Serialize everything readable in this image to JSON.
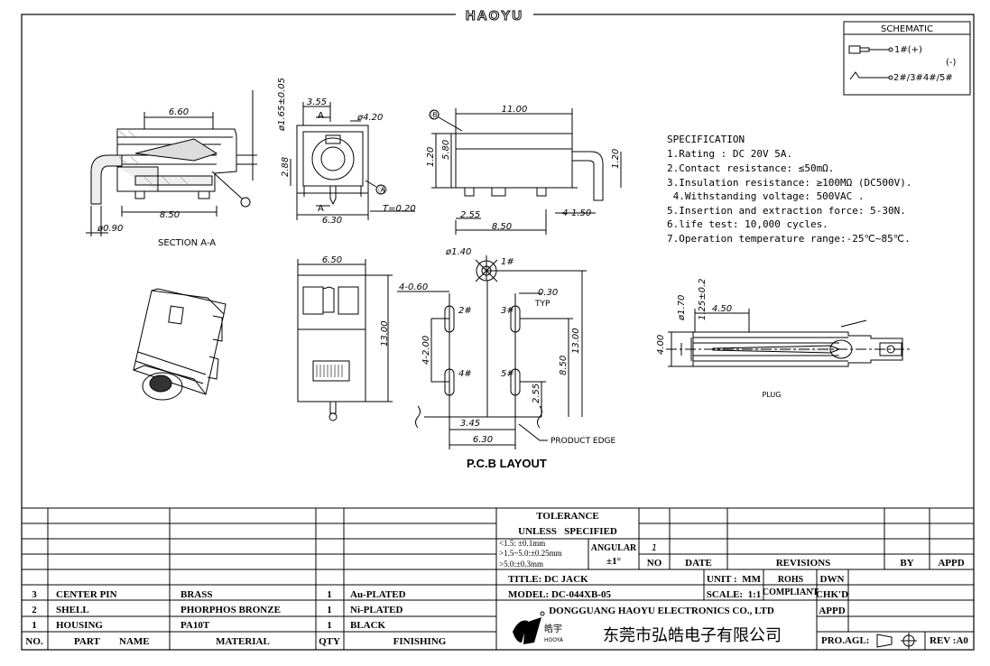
{
  "header": {
    "brand": "HAOYU"
  },
  "schematic": {
    "title": "SCHEMATIC",
    "pin_pos": "1#(+)",
    "pin_neg": "2#/3#4#/5#",
    "neg_sign": "(-)"
  },
  "specification": {
    "title": "SPECIFICATION",
    "items": [
      "1.Rating : DC 20V 5A.",
      "2.Contact resistance: ≤50mΩ.",
      "3.Insulation resistance: ≥100MΩ (DC500V).",
      " 4.Withstanding voltage: 500VAC .",
      "5.Insertion and extraction force: 5-30N.",
      "6.life test: 10,000 cycles.",
      "7.Operation temperature range:-25℃~85℃."
    ]
  },
  "section_view": {
    "label": "SECTION A-A",
    "dims": [
      "6.60",
      "8.50",
      "ø0.90",
      "ø1.65±0.05",
      "2.88"
    ],
    "marker_c": "Ⓒ"
  },
  "front_view": {
    "dims": [
      "3.55",
      "ø4.20",
      "6.30",
      "T=0.20",
      "2.88"
    ],
    "section_a": "A",
    "marker_a": "Ⓐ"
  },
  "side_view": {
    "dims": [
      "11.00",
      "1.20",
      "5.80",
      "1.20",
      "2.55",
      "8.50",
      "4-1.50"
    ],
    "marker_b": "Ⓑ"
  },
  "bottom_view": {
    "dims": [
      "6.50",
      "13.00"
    ]
  },
  "pcb_layout": {
    "title": "P.C.B LAYOUT",
    "dims": [
      "ø1.40",
      "4-0.60",
      "0.30",
      "TYP",
      "4-2.00",
      "13.00",
      "8.50",
      "2.55",
      "3.45",
      "6.30"
    ],
    "pins": [
      "1#",
      "2#",
      "3#",
      "4#",
      "5#"
    ],
    "edge_label": "PRODUCT EDGE"
  },
  "plug_view": {
    "label": "PLUG",
    "dims": [
      "ø1.70",
      "1.25±0.2",
      "4.50",
      "4.00"
    ]
  },
  "title_block": {
    "tolerance": {
      "line1": "TOLERANCE",
      "line2": "UNLESS   SPECIFIED",
      "r1": "<1.5: ±0.1mm",
      "r2": ">1.5~5.0:±0.25mm",
      "r3": ">5.0:±0.3mm",
      "angular": "ANGULAR",
      "angular_val": "±1°"
    },
    "rev_headers": {
      "no": "NO",
      "date": "DATE",
      "revisions": "REVISIONS",
      "by": "BY",
      "appd": "APPD"
    },
    "rev_row": {
      "no": "1"
    },
    "title": "TITLE: DC JACK",
    "model": "MODEL: DC-044XB-05",
    "unit": "UNIT :  MM",
    "scale": "SCALE:  1:1",
    "rohs1": "ROHS",
    "rohs2": "COMPLIANT",
    "dwn": "DWN",
    "chkd": "CHK'D",
    "appd": "APPD",
    "company_en": "DONGGUANG HAOYU ELECTRONICS CO., LTD",
    "company_cn": "东莞市弘皓电子有限公司",
    "logo_cn": "皓宇",
    "logo_en": "HOOYA",
    "pro_agl": "PRO.AGL:",
    "rev": "REV :A0"
  },
  "bom": {
    "headers": {
      "no": "NO.",
      "part": "PART",
      "name": "NAME",
      "material": "MATERIAL",
      "qty": "QTY",
      "finishing": "FINISHING"
    },
    "rows": [
      {
        "no": "3",
        "part": "CENTER PIN",
        "material": "BRASS",
        "qty": "1",
        "finishing": "Au-PLATED"
      },
      {
        "no": "2",
        "part": "SHELL",
        "material": "PHORPHOS BRONZE",
        "qty": "1",
        "finishing": "Ni-PLATED"
      },
      {
        "no": "1",
        "part": "HOUSING",
        "material": "PA10T",
        "qty": "1",
        "finishing": "BLACK"
      }
    ]
  }
}
